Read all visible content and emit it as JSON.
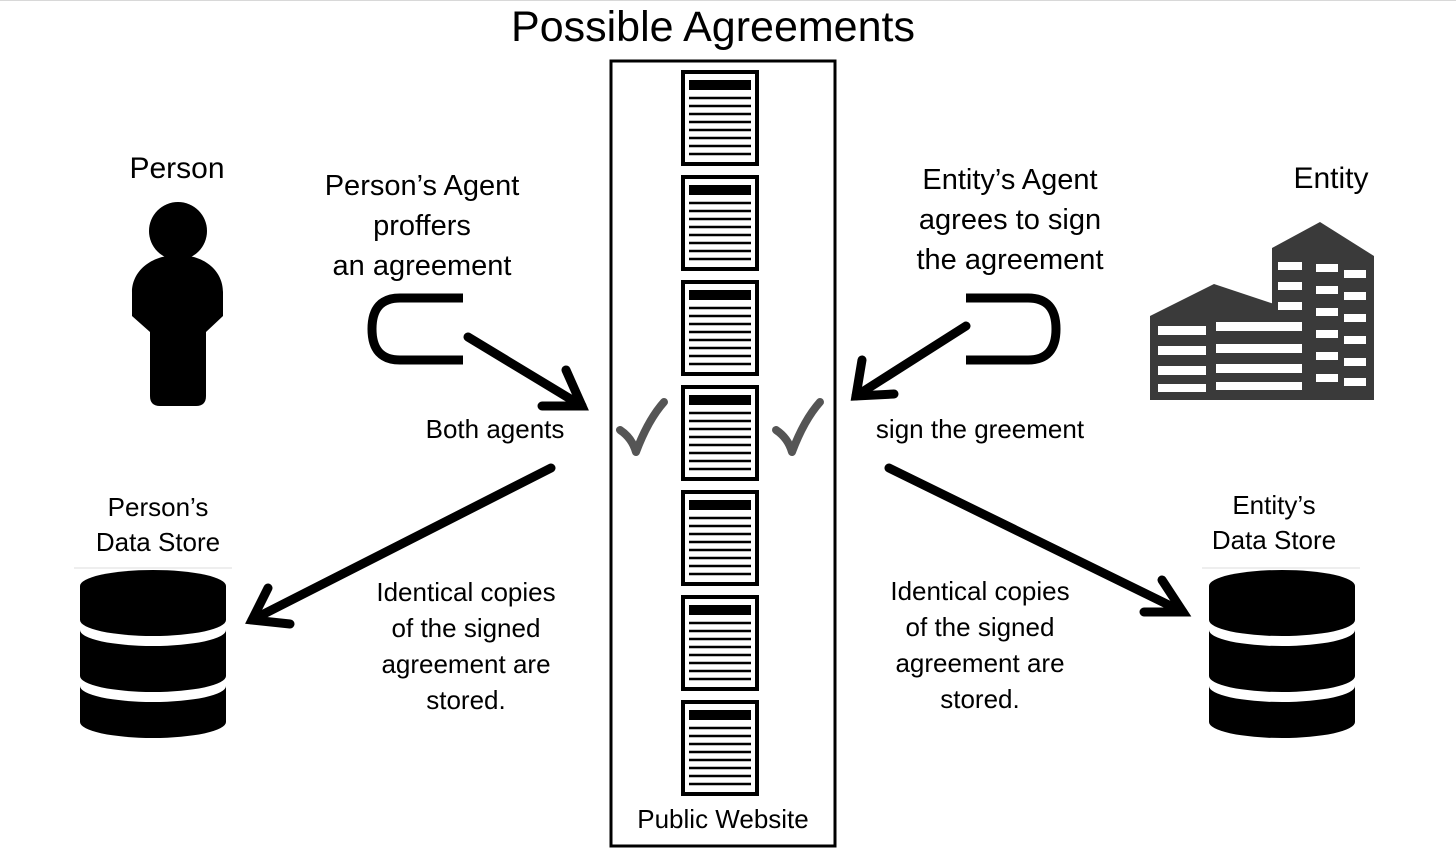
{
  "title": "Possible Agreements",
  "person": {
    "label": "Person",
    "icon": "person-icon"
  },
  "entity": {
    "label": "Entity",
    "icon": "building-icon"
  },
  "person_agent": {
    "lines": [
      "Person’s Agent",
      "proffers",
      "an agreement"
    ],
    "icon": "magnet-icon"
  },
  "entity_agent": {
    "lines": [
      "Entity’s Agent",
      "agrees to sign",
      "the agreement"
    ],
    "icon": "magnet-icon"
  },
  "signing": {
    "left": "Both agents",
    "right": "sign the greement",
    "icon": "checkmark-icon"
  },
  "person_store": {
    "lines": [
      "Person’s",
      "Data Store"
    ],
    "icon": "database-icon"
  },
  "entity_store": {
    "lines": [
      "Entity’s",
      "Data Store"
    ],
    "icon": "database-icon"
  },
  "copies_note": {
    "lines": [
      "Identical copies",
      "of the signed",
      "agreement are",
      "stored."
    ]
  },
  "website": {
    "label": "Public Website",
    "document_count": 7,
    "icon": "document-icon"
  },
  "colors": {
    "ink": "#000000",
    "building": "#3a3a3a",
    "check": "#555555"
  }
}
